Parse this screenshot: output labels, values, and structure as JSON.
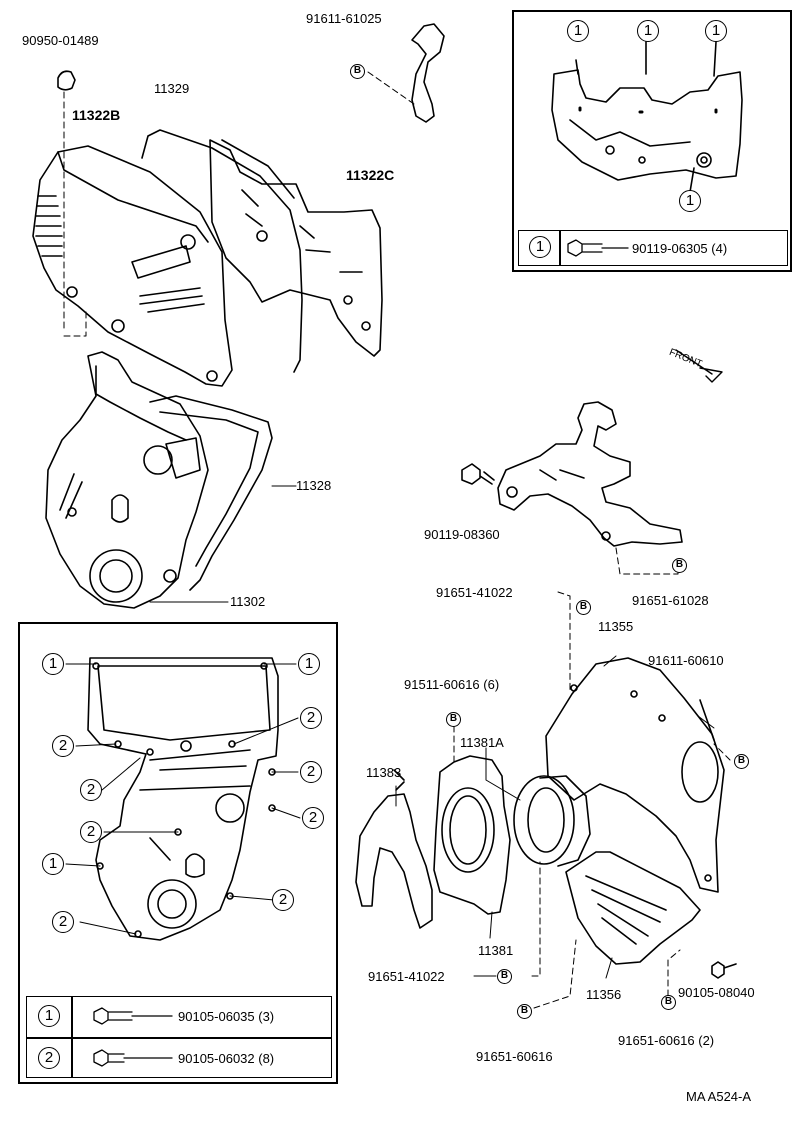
{
  "parts": {
    "p90950_01489": "90950-01489",
    "p11329": "11329",
    "p11322B": "11322B",
    "p91611_61025": "91611-61025",
    "p11322C": "11322C",
    "p11328": "11328",
    "p11302": "11302",
    "p90119_08360": "90119-08360",
    "p91651_41022_top": "91651-41022",
    "p91651_61028": "91651-61028",
    "p11355": "11355",
    "p91611_60610": "91611-60610",
    "p91511_60616": "91511-60616 (6)",
    "p11381A": "11381A",
    "p11383": "11383",
    "p11381": "11381",
    "p91651_41022_bot": "91651-41022",
    "p11356": "11356",
    "p90105_08040": "90105-08040",
    "p91651_60616": "91651-60616",
    "p91651_60616_2": "91651-60616 (2)",
    "front": "FRONT",
    "ref": "MA A524-A"
  },
  "markers": {
    "one": "1",
    "two": "2",
    "b": "B"
  },
  "legend_top": {
    "key": "1",
    "part": "90119-06305 (4)"
  },
  "legend_bottom": {
    "rows": [
      {
        "key": "1",
        "part": "90105-06035 (3)"
      },
      {
        "key": "2",
        "part": "90105-06032 (8)"
      }
    ]
  }
}
